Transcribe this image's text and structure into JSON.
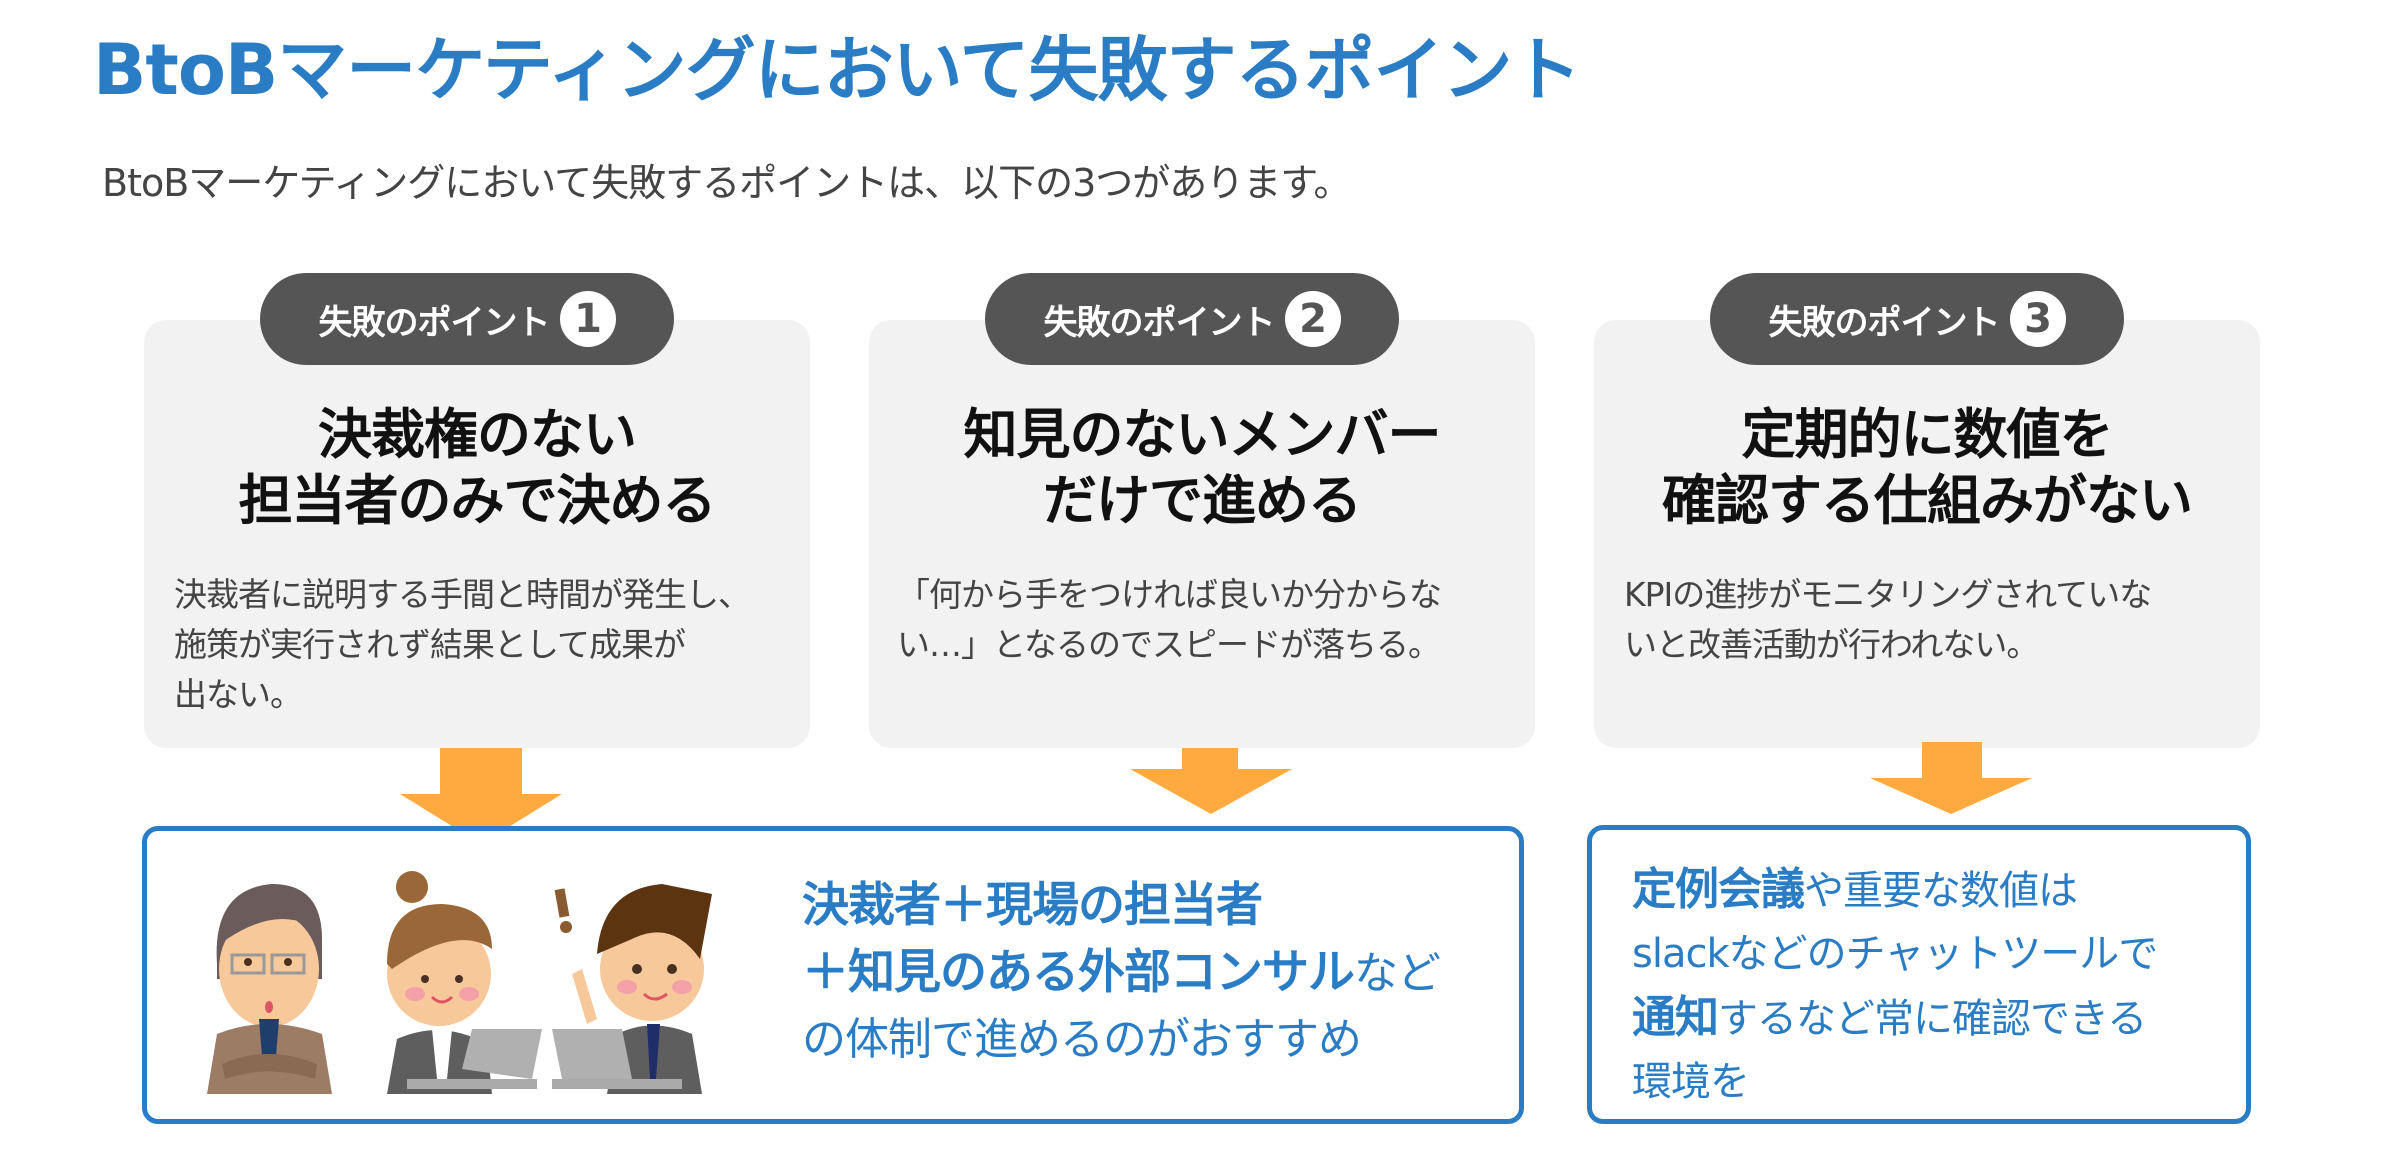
{
  "page": {
    "title": "BtoBマーケティングにおいて失敗するポイント",
    "subtitle": "BtoBマーケティングにおいて失敗するポイントは、以下の3つがあります。"
  },
  "colors": {
    "accent_blue": "#2a7dc4",
    "pill_gray": "#555555",
    "card_bg": "#f2f2f2",
    "arrow_orange": "#ffaa40"
  },
  "points": [
    {
      "label": "失敗のポイント",
      "number": "1",
      "heading_line1": "決裁権のない",
      "heading_line2": "担当者のみで決める",
      "desc_line1": "決裁者に説明する手間と時間が発生し、",
      "desc_line2": "施策が実行されず結果として成果が",
      "desc_line3": "出ない。"
    },
    {
      "label": "失敗のポイント",
      "number": "2",
      "heading_line1": "知見のないメンバー",
      "heading_line2": "だけで進める",
      "desc_line1": "「何から手をつければ良いか分からな",
      "desc_line2": "い…」となるのでスピードが落ちる。",
      "desc_line3": ""
    },
    {
      "label": "失敗のポイント",
      "number": "3",
      "heading_line1": "定期的に数値を",
      "heading_line2": "確認する仕組みがない",
      "desc_line1": "KPIの進捗がモニタリングされていな",
      "desc_line2": "いと改善活動が行われない。",
      "desc_line3": ""
    }
  ],
  "solutions": {
    "box1": {
      "line1_bold": "決裁者＋現場の担当者",
      "line2_bold": "＋知見のある外部コンサル",
      "line2_normal": "など",
      "line3_normal": "の体制で進めるのがおすすめ",
      "illustration": "business-people-illustration"
    },
    "box3": {
      "line1_bold": "定例会議",
      "line1_normal": "や重要な数値は",
      "line2_normal": "slackなどのチャットツールで",
      "line3_bold": "通知",
      "line3_normal": "するなど常に確認できる",
      "line4_normal": "環境を"
    }
  }
}
